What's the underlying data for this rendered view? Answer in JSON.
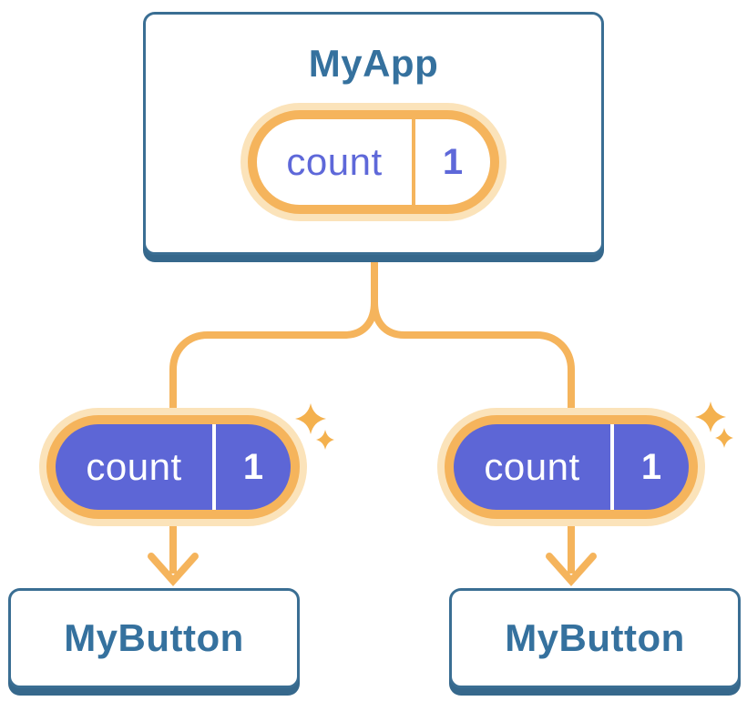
{
  "diagram": {
    "description": "Component tree sharing state",
    "root": {
      "title": "MyApp",
      "state": {
        "label": "count",
        "value": "1"
      }
    },
    "children": [
      {
        "title": "MyButton",
        "state": {
          "label": "count",
          "value": "1"
        }
      },
      {
        "title": "MyButton",
        "state": {
          "label": "count",
          "value": "1"
        }
      }
    ]
  },
  "colors": {
    "card_border_blue": "#3A6E93",
    "card_shadow_blue": "#36688C",
    "title_text_blue": "#35719E",
    "connector_orange": "#F5B45C",
    "pill_glow_orange": "#FBE3BA",
    "sparkle_orange": "#F4B14E",
    "state_purple": "#5D66D6",
    "state_text_purple": "#5E68D9"
  }
}
